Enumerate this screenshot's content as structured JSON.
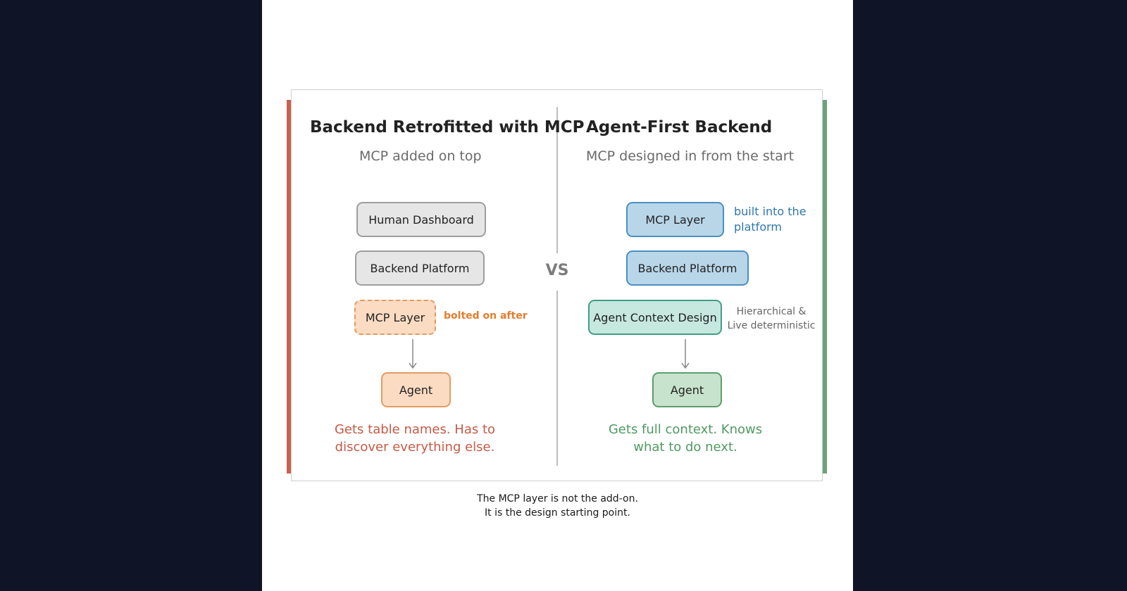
{
  "left": {
    "title": "Backend Retrofitted with MCP",
    "subtitle": "MCP added on top",
    "boxes": [
      "Human Dashboard",
      "Backend Platform",
      "MCP Layer",
      "Agent"
    ],
    "note": "bolted on after",
    "summary_line1": "Gets table names. Has to",
    "summary_line2": "discover everything else."
  },
  "vs": "VS",
  "right": {
    "title": "Agent-First Backend",
    "subtitle": "MCP designed in from the start",
    "boxes": [
      "MCP Layer",
      "Backend Platform",
      "Agent Context Design",
      "Agent"
    ],
    "note_top_line1": "built into the",
    "note_top_line2": "platform",
    "note_mid_line1": "Hierarchical &",
    "note_mid_line2": "Live  deterministic",
    "summary_line1": "Gets full context. Knows",
    "summary_line2": "what to do next."
  },
  "caption": {
    "line1": "The MCP layer is not the add-on.",
    "line2": "It is the design starting point."
  },
  "colors": {
    "left_accent": "#c9614f",
    "right_accent": "#6aa37a",
    "orange": "#e57c2c",
    "blue": "#2f78ad"
  }
}
